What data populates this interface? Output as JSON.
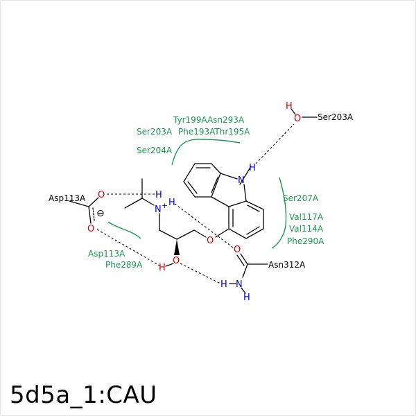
{
  "caption": "5d5a_1:CAU",
  "colors": {
    "bond": "#000000",
    "hbond": "#000000",
    "hydrophobic": "#1a9850",
    "nitrogen": "#0000cc",
    "oxygen": "#cc0000"
  },
  "residue_labels": {
    "tyr199_asn293": "Tyr199AAsn293A",
    "ser203_top": "Ser203A",
    "phe193_thr195": "Phe193AThr195A",
    "ser204": "Ser204A",
    "ser207": "Ser207A",
    "val117": "Val117A",
    "val114": "Val114A",
    "phe290": "Phe290A",
    "asp113_green": "Asp113A",
    "phe289": "Phe289A"
  },
  "partner_labels": {
    "ser203_water": "Ser203A",
    "asp113": "Asp113A",
    "asn312": "Asn312A"
  },
  "atoms": {
    "o": "O",
    "n": "N",
    "h": "H",
    "charge_plus": "+",
    "charge_minus": "⊖"
  }
}
